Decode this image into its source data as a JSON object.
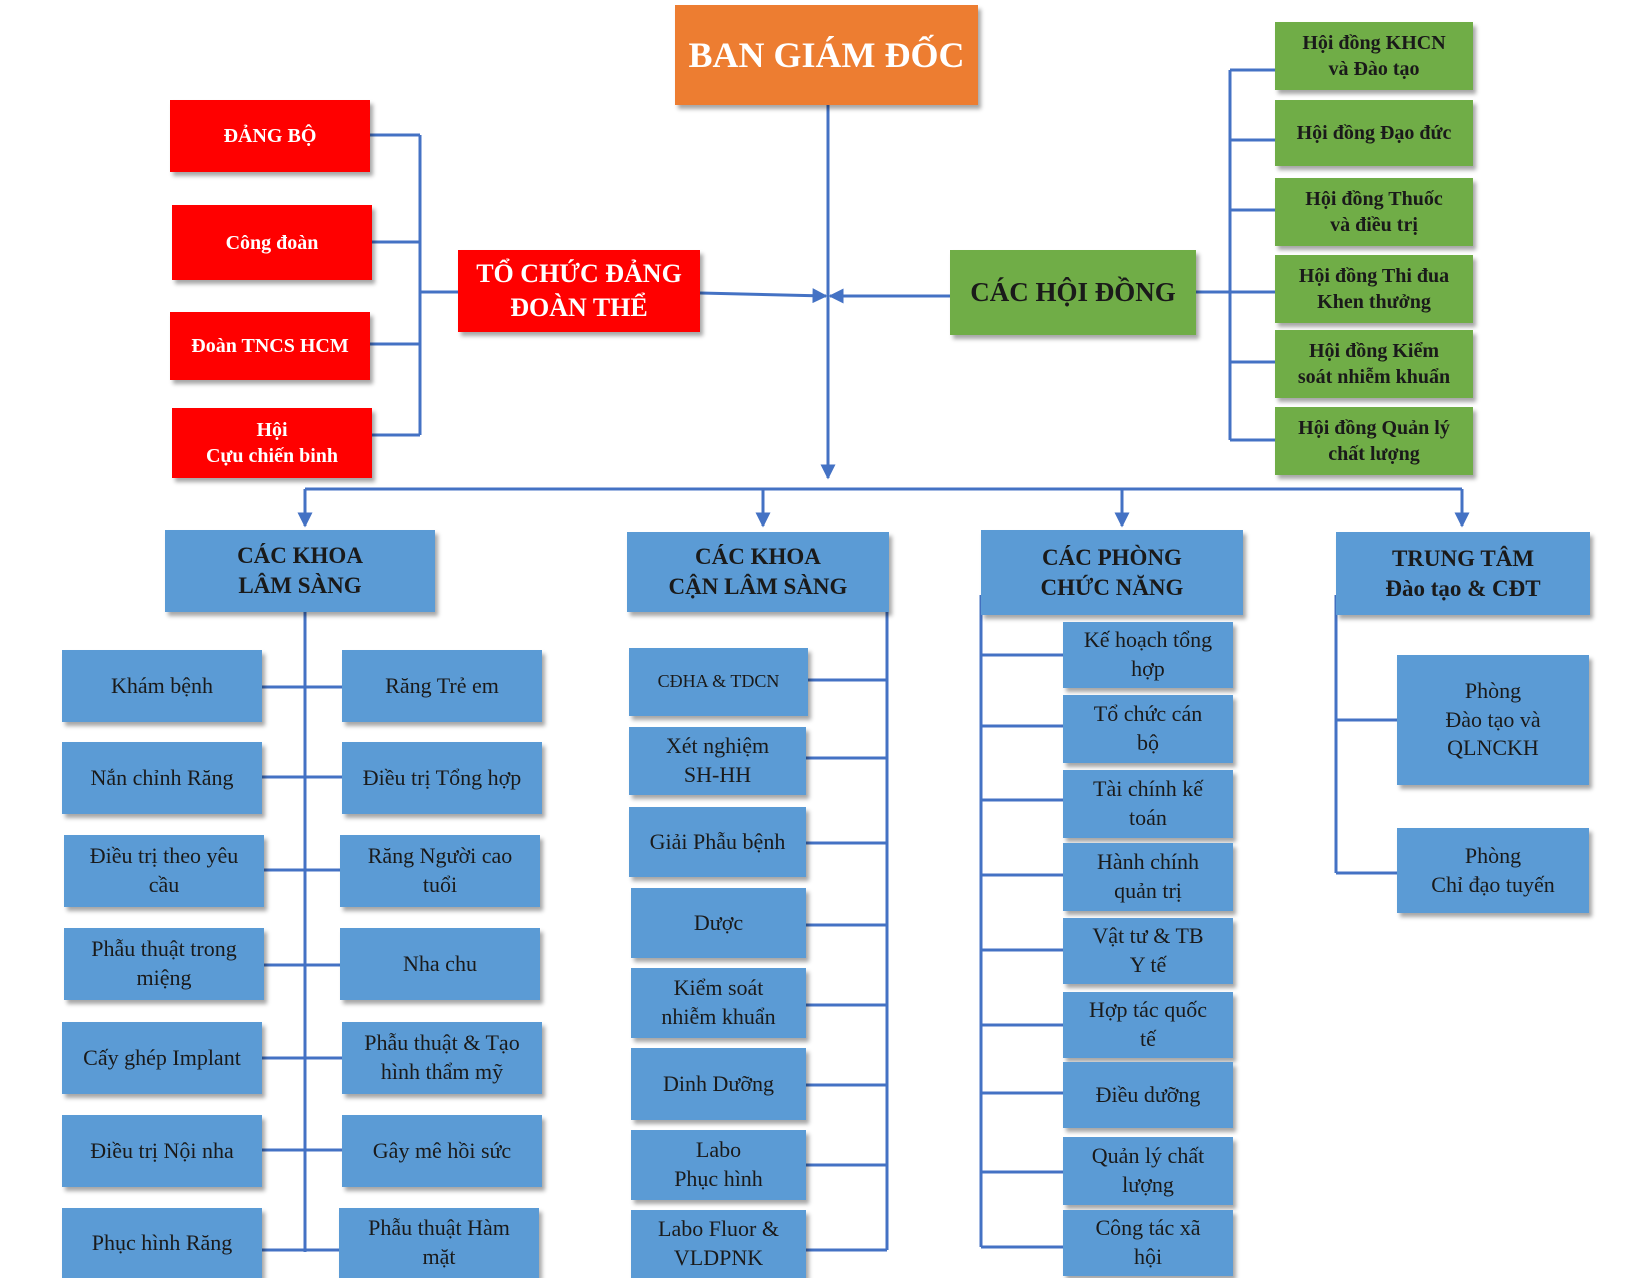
{
  "colors": {
    "line": "#4472C4",
    "orange": "#ED7D31",
    "red": "#FF0000",
    "green": "#70AD47",
    "blue": "#5B9BD5"
  },
  "top": {
    "director": "BAN GIÁM ĐỐC"
  },
  "party": {
    "title": "TỔ CHỨC ĐẢNG\nĐOÀN THỂ",
    "items": [
      "ĐẢNG BỘ",
      "Công đoàn",
      "Đoàn TNCS HCM",
      "Hội\nCựu chiến binh"
    ]
  },
  "councils": {
    "title": "CÁC HỘI ĐỒNG",
    "items": [
      "Hội đồng KHCN\nvà Đào tạo",
      "Hội đồng Đạo đức",
      "Hội đồng Thuốc\nvà điều trị",
      "Hội đồng Thi đua\nKhen thưởng",
      "Hội đồng Kiểm\nsoát nhiễm khuẩn",
      "Hội đồng Quản lý\nchất lượng"
    ]
  },
  "clinical": {
    "title": "CÁC KHOA\nLÂM SÀNG",
    "left": [
      "Khám bệnh",
      "Nắn chỉnh Răng",
      "Điều trị theo yêu\ncầu",
      "Phẫu thuật trong\nmiệng",
      "Cấy ghép  Implant",
      "Điều trị Nội nha",
      "Phục hình Răng"
    ],
    "right": [
      "Răng Trẻ em",
      "Điều trị Tổng hợp",
      "Răng Người cao\ntuổi",
      "Nha chu",
      "Phẫu thuật & Tạo\nhình thẩm mỹ",
      "Gây mê hồi sức",
      "Phẫu thuật Hàm\nmặt"
    ]
  },
  "paraclinical": {
    "title": "CÁC KHOA\nCẬN LÂM SÀNG",
    "items": [
      "CĐHA & TDCN",
      "Xét nghiệm\nSH-HH",
      "Giải Phẫu bệnh",
      "Dược",
      "Kiểm soát\nnhiễm khuẩn",
      "Dinh Dưỡng",
      "Labo\nPhục hình",
      "Labo Fluor &\nVLDPNK"
    ]
  },
  "functional": {
    "title": "CÁC PHÒNG\nCHỨC NĂNG",
    "items": [
      "Kế hoạch tổng\nhợp",
      "Tổ chức cán\nbộ",
      "Tài chính kế\ntoán",
      "Hành chính\nquản trị",
      "Vật tư & TB\nY tế",
      "Hợp tác quốc\ntế",
      "Điều dưỡng",
      "Quản lý chất\nlượng",
      "Công tác xã\nhội"
    ]
  },
  "training": {
    "title": "TRUNG TÂM\nĐào tạo & CĐT",
    "items": [
      "Phòng\nĐào tạo và\nQLNCKH",
      "Phòng\nChỉ đạo tuyến"
    ]
  }
}
